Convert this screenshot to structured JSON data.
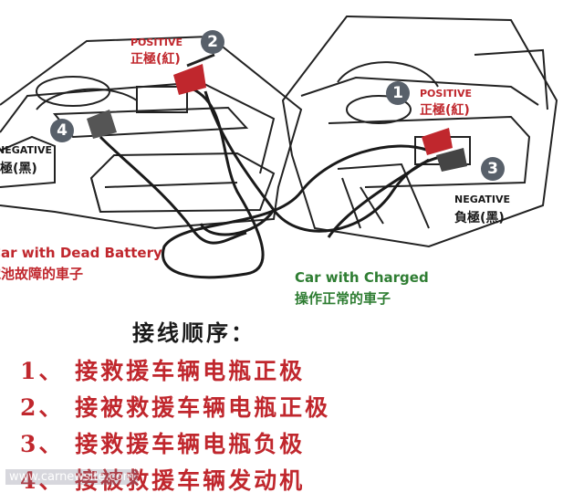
{
  "dead_car": {
    "positive_label_en": "POSITIVE",
    "positive_label_zh": "正極(紅)",
    "negative_label_en": "NEGATIVE",
    "negative_label_zh": "負極(黑)",
    "caption_en": "Car with Dead Battery",
    "caption_zh": "電池故障的車子",
    "badge_positive": "2",
    "badge_negative": "4"
  },
  "good_car": {
    "positive_label_en": "POSITIVE",
    "positive_label_zh": "正極(紅)",
    "negative_label_en": "NEGATIVE",
    "negative_label_zh": "負極(黑)",
    "caption_en": "Car with Charged",
    "caption_zh": "操作正常的車子",
    "badge_positive": "1",
    "badge_negative": "3"
  },
  "instructions": {
    "title": "接线顺序：",
    "steps": [
      "1、 接救援车辆电瓶正极",
      "2、 接被救援车辆电瓶正极",
      "3、 接救援车辆电瓶负极",
      "4、 接被救援车辆发动机"
    ]
  },
  "watermark": "www.carnewsite.com",
  "colors": {
    "label_red": "#c0272d",
    "caption_green": "#2e7d32",
    "badge_gray": "#58606a",
    "line_black": "#1a1a1a"
  }
}
